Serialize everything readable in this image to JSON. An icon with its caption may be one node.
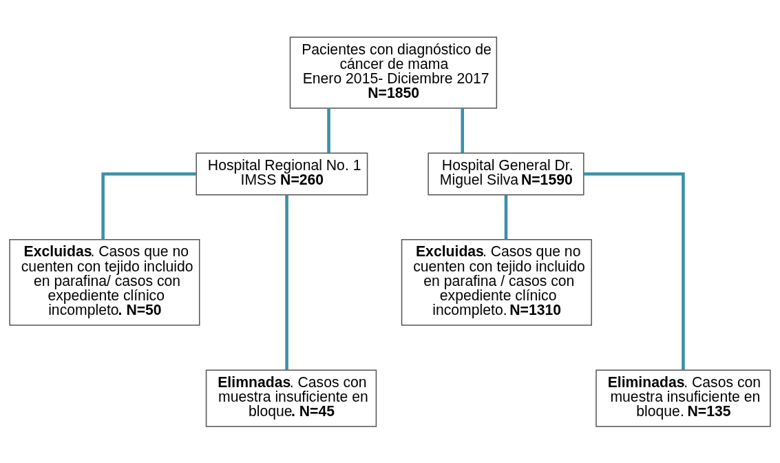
{
  "diagram": {
    "nodes": [
      {
        "text": [
          "Pacientes con diagnóstico de cáncer de mama",
          "Enero 2015- Diciembre 2017",
          "**N=1850**"
        ]
      },
      {
        "text": [
          "Hospital Regional No. 1 IMSS **N=260**"
        ]
      },
      {
        "text": [
          "Hospital General Dr. Miguel Silva **N=1590**"
        ]
      },
      {
        "text": [
          "**Excluidas**. Casos que no cuenten con tejido incluido en parafina/ casos con expediente clínico incompleto**. N=50**"
        ]
      },
      {
        "text": [
          "**Elimnadas**. Casos con muestra insuficiente en bloque**. N=45**"
        ]
      },
      {
        "text": [
          "**Excluidas**. Casos que no cuenten con tejido incluido en parafina / casos con expediente clínico incompleto. **N=1310**"
        ]
      },
      {
        "text": [
          "**Eliminadas**. Casos con muestra insuficiente en bloque. **N=135**"
        ]
      }
    ],
    "edges": [
      {
        "from": 0,
        "to": 1,
        "arrow": "none"
      },
      {
        "from": 0,
        "to": 2,
        "arrow": "none"
      },
      {
        "from": 1,
        "to": 3,
        "arrow": "none"
      },
      {
        "from": 1,
        "to": 4,
        "arrow": "none"
      },
      {
        "from": 2,
        "to": 5,
        "arrow": "none"
      },
      {
        "from": 2,
        "to": 6,
        "arrow": "none"
      }
    ]
  }
}
